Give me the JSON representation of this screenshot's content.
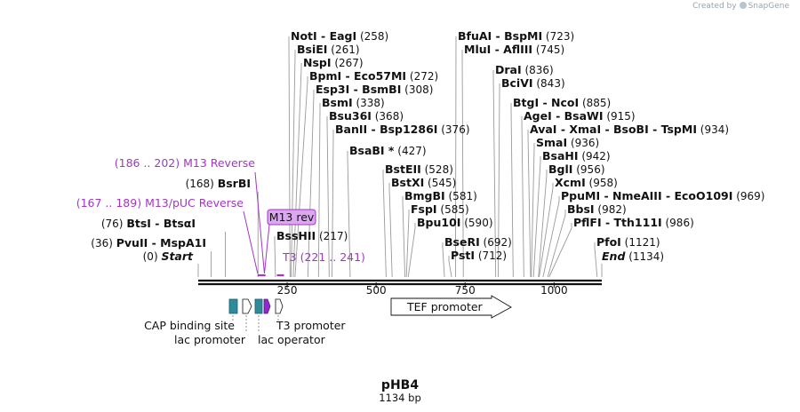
{
  "credit": {
    "prefix": "Created by",
    "brand": "SnapGene"
  },
  "plasmid": {
    "name": "pHB4",
    "length_label": "1134 bp"
  },
  "ticks": [
    {
      "pos": 250,
      "label": "250"
    },
    {
      "pos": 500,
      "label": "500"
    },
    {
      "pos": 750,
      "label": "750"
    },
    {
      "pos": 1000,
      "label": "1000"
    }
  ],
  "ends": [
    {
      "name": "Start",
      "pos_label": "(0)",
      "pos": 0
    },
    {
      "name": "End",
      "pos_label": "(1134)",
      "pos": 1134
    }
  ],
  "sites": [
    {
      "name": "NotI",
      "alt": "EagI",
      "pos": 258,
      "pos_label": "(258)"
    },
    {
      "name": "BsiEI",
      "alt": "",
      "pos": 261,
      "pos_label": "(261)"
    },
    {
      "name": "NspI",
      "alt": "",
      "pos": 267,
      "pos_label": "(267)"
    },
    {
      "name": "BpmI",
      "alt": "Eco57MI",
      "pos": 272,
      "pos_label": "(272)"
    },
    {
      "name": "Esp3I",
      "alt": "BsmBI",
      "pos": 308,
      "pos_label": "(308)"
    },
    {
      "name": "BsmI",
      "alt": "",
      "pos": 338,
      "pos_label": "(338)"
    },
    {
      "name": "Bsu36I",
      "alt": "",
      "pos": 368,
      "pos_label": "(368)"
    },
    {
      "name": "BanII",
      "alt": "Bsp1286I",
      "pos": 376,
      "pos_label": "(376)"
    },
    {
      "name": "BsaBI *",
      "alt": "",
      "pos": 427,
      "pos_label": "(427)"
    },
    {
      "name": "BstEII",
      "alt": "",
      "pos": 528,
      "pos_label": "(528)"
    },
    {
      "name": "BstXI",
      "alt": "",
      "pos": 545,
      "pos_label": "(545)"
    },
    {
      "name": "BmgBI",
      "alt": "",
      "pos": 581,
      "pos_label": "(581)"
    },
    {
      "name": "FspI",
      "alt": "",
      "pos": 585,
      "pos_label": "(585)"
    },
    {
      "name": "Bpu10I",
      "alt": "",
      "pos": 590,
      "pos_label": "(590)"
    },
    {
      "name": "BseRI",
      "alt": "",
      "pos": 692,
      "pos_label": "(692)"
    },
    {
      "name": "PstI",
      "alt": "",
      "pos": 712,
      "pos_label": "(712)"
    },
    {
      "name": "BfuAI",
      "alt": "BspMI",
      "pos": 723,
      "pos_label": "(723)"
    },
    {
      "name": "MluI",
      "alt": "AflIII",
      "pos": 745,
      "pos_label": "(745)"
    },
    {
      "name": "DraI",
      "alt": "",
      "pos": 836,
      "pos_label": "(836)"
    },
    {
      "name": "BciVI",
      "alt": "",
      "pos": 843,
      "pos_label": "(843)"
    },
    {
      "name": "BtgI",
      "alt": "NcoI",
      "pos": 885,
      "pos_label": "(885)"
    },
    {
      "name": "AgeI",
      "alt": "BsaWI",
      "pos": 915,
      "pos_label": "(915)"
    },
    {
      "name": "AvaI",
      "alt": "XmaI  -  BsoBI  -  TspMI",
      "pos": 934,
      "pos_label": "(934)"
    },
    {
      "name": "SmaI",
      "alt": "",
      "pos": 936,
      "pos_label": "(936)"
    },
    {
      "name": "BsaHI",
      "alt": "",
      "pos": 942,
      "pos_label": "(942)"
    },
    {
      "name": "BglI",
      "alt": "",
      "pos": 956,
      "pos_label": "(956)"
    },
    {
      "name": "XcmI",
      "alt": "",
      "pos": 958,
      "pos_label": "(958)"
    },
    {
      "name": "PpuMI",
      "alt": "NmeAIII  -  EcoO109I",
      "pos": 969,
      "pos_label": "(969)"
    },
    {
      "name": "BbsI",
      "alt": "",
      "pos": 982,
      "pos_label": "(982)"
    },
    {
      "name": "PflFI",
      "alt": "Tth111I",
      "pos": 986,
      "pos_label": "(986)"
    },
    {
      "name": "PfoI",
      "alt": "",
      "pos": 1121,
      "pos_label": "(1121)"
    },
    {
      "name": "BssHII",
      "alt": "",
      "pos": 217,
      "pos_label": "(217)"
    },
    {
      "name": "BsrBI",
      "alt": "",
      "pos": 168,
      "pos_label": "(168)"
    },
    {
      "name": "BtsI",
      "alt": "BtsαI",
      "pos": 76,
      "pos_label": "(76)"
    },
    {
      "name": "PvuII",
      "alt": "MspA1I",
      "pos": 36,
      "pos_label": "(36)"
    }
  ],
  "primers": [
    {
      "name": "M13 Reverse",
      "range_label": "(186 .. 202)",
      "start": 186,
      "end": 202
    },
    {
      "name": "M13/pUC Reverse",
      "range_label": "(167 .. 189)",
      "start": 167,
      "end": 189
    },
    {
      "name": "T3",
      "range_label": "(221 .. 241)",
      "start": 221,
      "end": 241
    },
    {
      "name": "M13 rev",
      "range_label": "",
      "start": 186,
      "end": 202
    }
  ],
  "features": [
    {
      "name": "CAP binding site",
      "type": "protein_bind",
      "color": "#2f8a9a"
    },
    {
      "name": "lac promoter",
      "type": "promoter",
      "color": "#ffffff"
    },
    {
      "name": "lac operator",
      "type": "protein_bind",
      "color": "#2f8a9a"
    },
    {
      "name": "lac operator marker",
      "type": "misc",
      "color": "#8f2ad1"
    },
    {
      "name": "T3 promoter",
      "type": "promoter",
      "color": "#ffffff"
    },
    {
      "name": "TEF promoter",
      "type": "promoter",
      "color": "#ffffff"
    }
  ],
  "colors": {
    "primer": "#a335c7",
    "primer_fill": "#dba8f0",
    "feature_teal": "#2f8a9a",
    "feature_purple": "#8f2ad1",
    "backbone": "#111111"
  }
}
